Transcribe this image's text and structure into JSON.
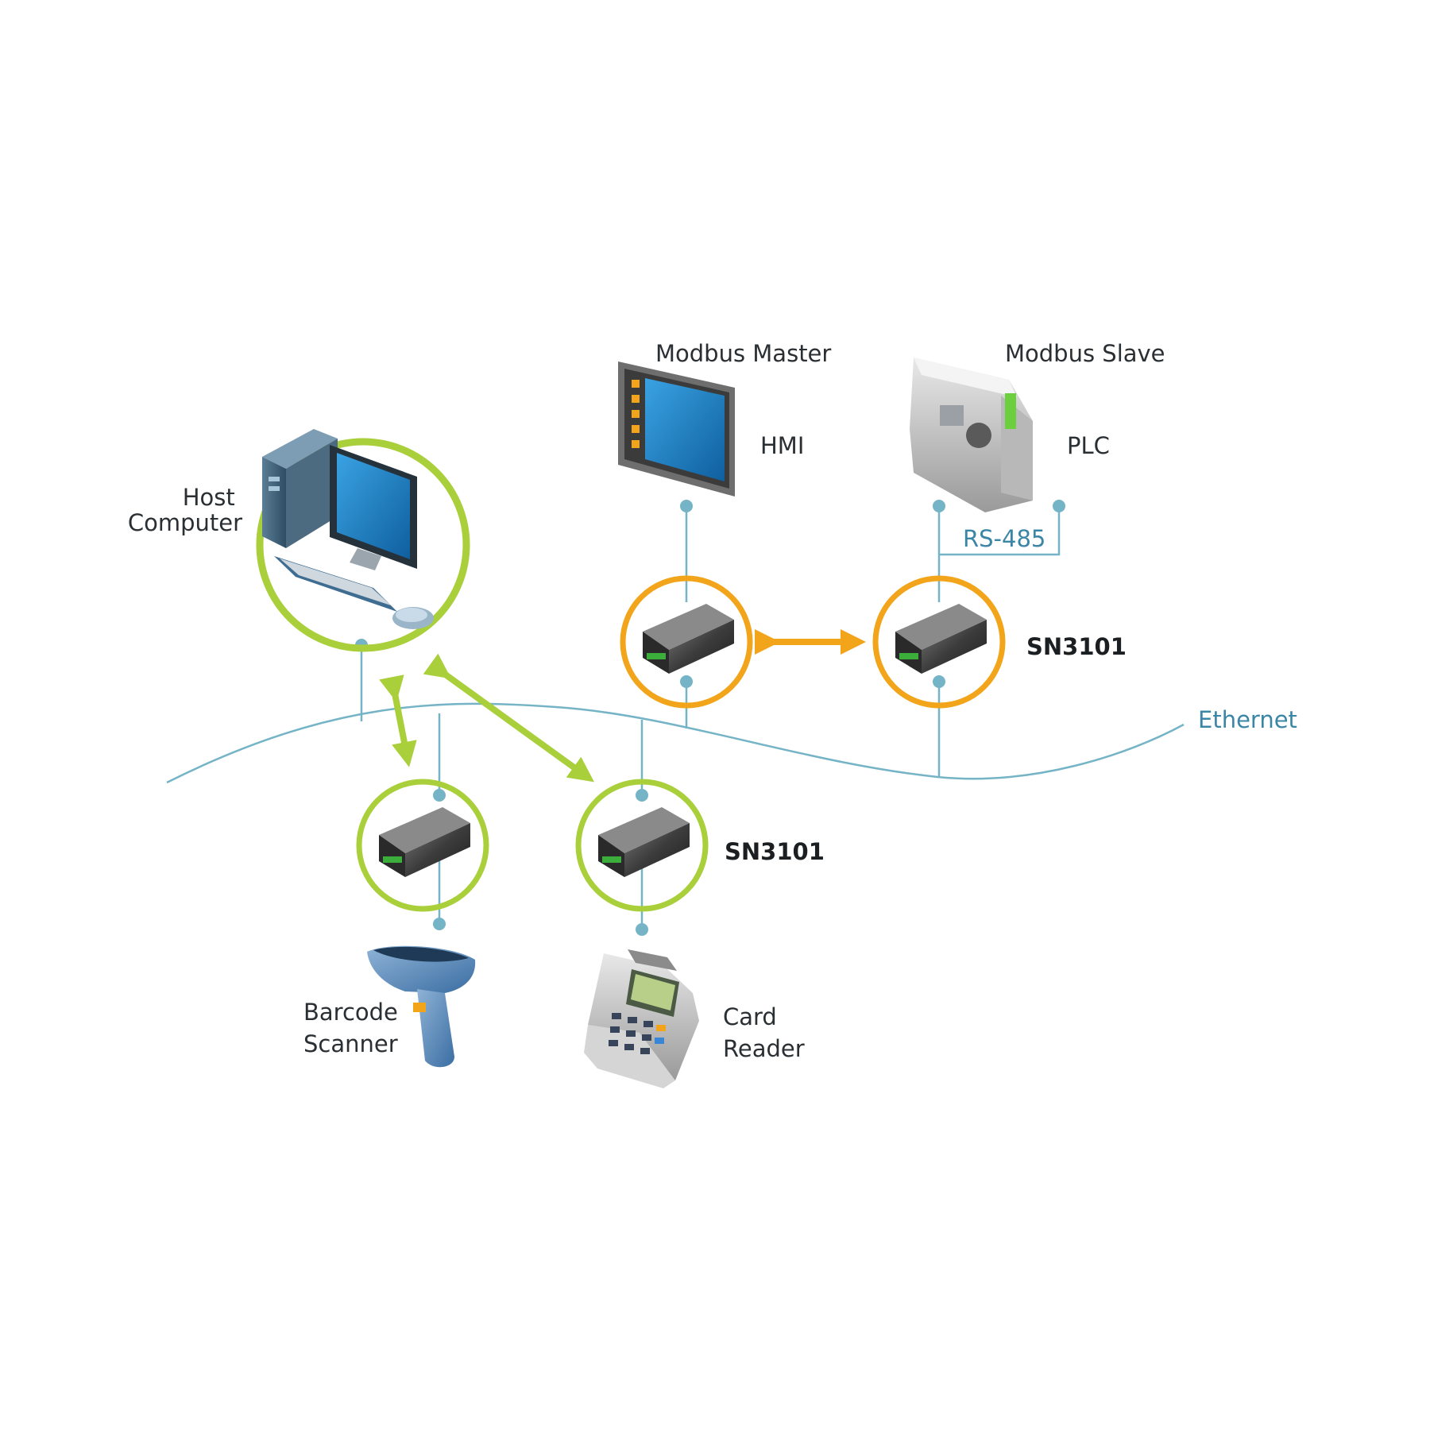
{
  "labels": {
    "host_computer": [
      "Host",
      "Computer"
    ],
    "modbus_master": "Modbus Master",
    "modbus_slave": "Modbus Slave",
    "hmi": "HMI",
    "plc": "PLC",
    "rs485": "RS-485",
    "sn3101_top": "SN3101",
    "sn3101_bottom": "SN3101",
    "ethernet": "Ethernet",
    "barcode_scanner": [
      "Barcode",
      "Scanner"
    ],
    "card_reader": [
      "Card",
      "Reader"
    ]
  },
  "colors": {
    "green_ring": "#a9cf3b",
    "orange_ring": "#f2a51a",
    "wire": "#74b4c6",
    "label_blue": "#3b86a6"
  },
  "icons": [
    "desktop-computer-icon",
    "hmi-panel-icon",
    "plc-icon",
    "serial-server-icon",
    "barcode-scanner-icon",
    "card-reader-icon"
  ]
}
